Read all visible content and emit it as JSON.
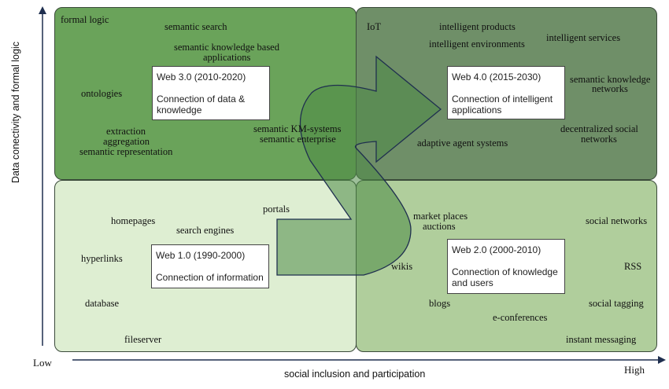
{
  "axes": {
    "y_label": "Data conectivity and formal logic",
    "x_label": "social inclusion and participation",
    "low_label": "Low",
    "high_label": "High"
  },
  "quadrants": {
    "web3": {
      "corner_label": "formal logic",
      "title": "Web 3.0 (2010-2020)",
      "description": "Connection of data & knowledge",
      "terms": [
        "semantic search",
        "semantic knowledge based",
        "applications",
        "ontologies",
        "extraction",
        "aggregation",
        "semantic representation",
        "semantic KM-systems",
        "semantic enterprise"
      ]
    },
    "web4": {
      "corner_label": "IoT",
      "title": "Web 4.0 (2015-2030)",
      "description": "Connection of intelligent applications",
      "terms": [
        "intelligent products",
        "intelligent environments",
        "intelligent services",
        "semantic knowledge",
        "networks",
        "decentralized social",
        "networks",
        "adaptive agent systems"
      ]
    },
    "web1": {
      "title": "Web 1.0 (1990-2000)",
      "description": "Connection of information",
      "terms": [
        "homepages",
        "search engines",
        "portals",
        "hyperlinks",
        "database",
        "fileserver"
      ]
    },
    "web2": {
      "title": "Web 2.0 (2000-2010)",
      "description": "Connection of knowledge and users",
      "terms": [
        "market places",
        "auctions",
        "social networks",
        "wikis",
        "RSS",
        "blogs",
        "social tagging",
        "e-conferences",
        "instant messaging"
      ]
    }
  },
  "colors": {
    "web3_fill": "#6aa35a",
    "web4_fill": "#6f8f68",
    "web1_fill": "#deeed2",
    "web2_fill": "#b0ce9c",
    "arrow_fill": "#4d8a45",
    "axis": "#1f2f4f"
  }
}
